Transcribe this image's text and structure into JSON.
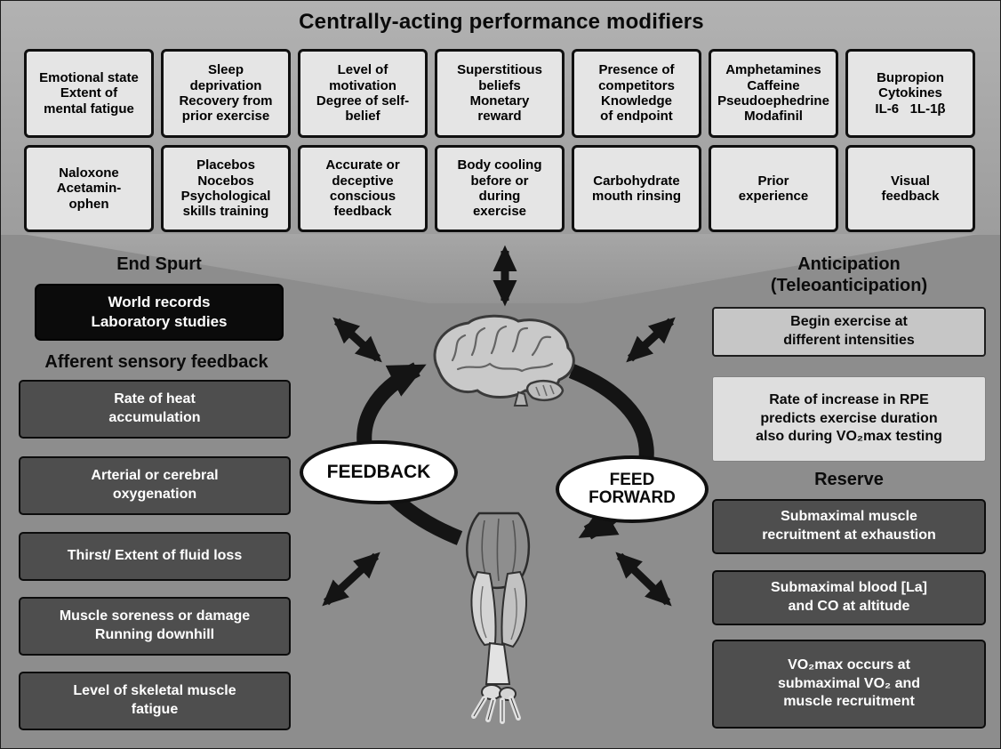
{
  "title": "Centrally-acting performance modifiers",
  "modifiers": {
    "row1": [
      "Emotional state\nExtent of\nmental fatigue",
      "Sleep\ndeprivation\nRecovery from\nprior exercise",
      "Level of\nmotivation\nDegree of self-\nbelief",
      "Superstitious\nbeliefs\nMonetary\nreward",
      "Presence of\ncompetitors\nKnowledge\nof endpoint",
      "Amphetamines\nCaffeine\nPseudoephedrine\nModafinil",
      "Bupropion\nCytokines\nIL-6   1L-1β"
    ],
    "row2": [
      "Naloxone\nAcetamin-\nophen",
      "Placebos\nNocebos\nPsychological\nskills training",
      "Accurate or\ndeceptive\nconscious\nfeedback",
      "Body cooling\nbefore or\nduring\nexercise",
      "Carbohydrate\nmouth rinsing",
      "Prior\nexperience",
      "Visual\nfeedback"
    ]
  },
  "left": {
    "end_spurt_heading": "End Spurt",
    "world_records_box": "World records\nLaboratory studies",
    "afferent_heading": "Afferent sensory feedback",
    "afferent_boxes": [
      "Rate of heat\naccumulation",
      "Arterial or cerebral\noxygenation",
      "Thirst/ Extent of fluid loss",
      "Muscle soreness or damage\nRunning downhill",
      "Level of skeletal muscle\nfatigue"
    ]
  },
  "right": {
    "anticipation_heading": "Anticipation\n(Teleoanticipation)",
    "anticipation_boxes": [
      "Begin exercise at\ndifferent intensities",
      "Rate of increase in RPE\npredicts exercise duration\nalso during VO₂max testing"
    ],
    "reserve_heading": "Reserve",
    "reserve_boxes": [
      "Submaximal muscle\nrecruitment at exhaustion",
      "Submaximal blood [La]\nand CO at altitude",
      "VO₂max occurs at\nsubmaximal VO₂ and\nmuscle recruitment"
    ]
  },
  "center": {
    "feedback_label": "FEEDBACK",
    "feedforward_label": "FEED\nFORWARD",
    "brain_icon": "brain-illustration",
    "muscle_icon": "lower-leg-muscle-illustration"
  },
  "colors": {
    "canvas_top": "#b2b2b2",
    "canvas_bottom": "#8d8d8d",
    "modifier_box": "#e5e5e5",
    "dark_box": "#4e4e4e",
    "black_box": "#0b0b0b",
    "light_box": "#c6c6c6",
    "pale_box": "#dedede",
    "ellipse_fill": "#ffffff",
    "arrow": "#141414"
  }
}
